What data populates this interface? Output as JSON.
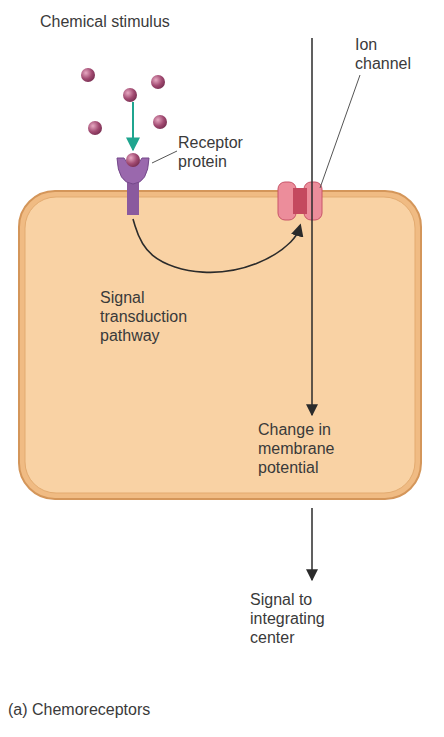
{
  "diagram": {
    "caption": "(a) Chemoreceptors",
    "nodes": [
      {
        "text": [
          "Signal transduction pathway",
          "Change in membrane potential"
        ]
      },
      {
        "text": [
          "Receptor protein"
        ],
        "in": 0
      },
      {
        "text": [
          "Ion channel"
        ],
        "in": 0
      }
    ],
    "edges": [
      {
        "from": 1,
        "to": 2,
        "arrow": "to"
      }
    ],
    "labels": [
      "Chemical stimulus",
      "Signal to integrating center"
    ]
  }
}
